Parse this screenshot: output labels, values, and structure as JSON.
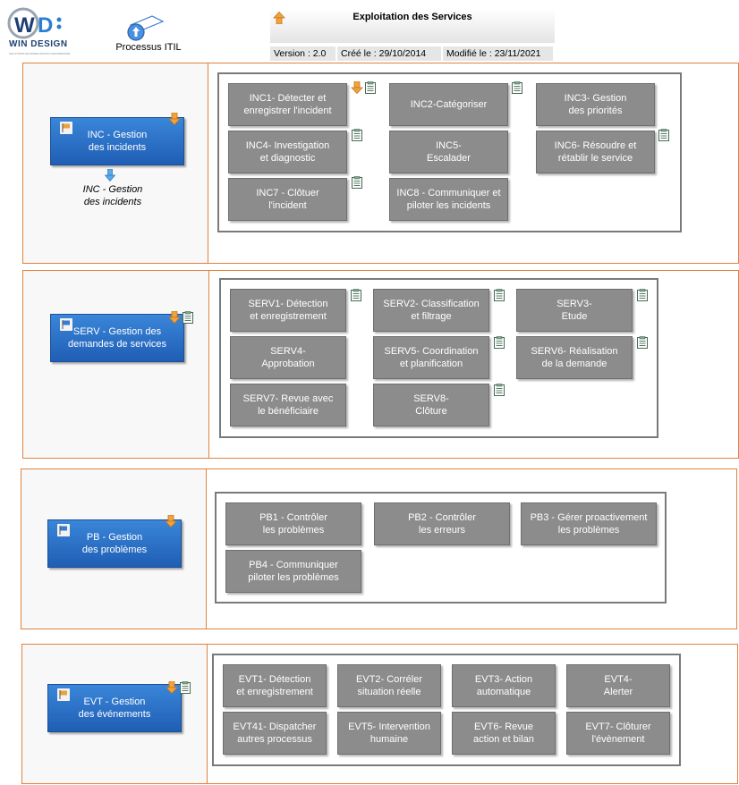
{
  "header": {
    "brand": "WIN DESIGN",
    "tagline": "SOLUTIONS DE MODELISATION D'ENTREPRISE",
    "process_label": "Processus ITIL",
    "title": "Exploitation des Services",
    "version": "Version : 2.0",
    "created": "Créé le : 29/10/2014",
    "modified": "Modifié le : 23/11/2021"
  },
  "colors": {
    "row_border": "#e1823c",
    "process_blue": "#2a70c8",
    "task_gray": "#8c8c8c",
    "arrow_orange": "#f0a33c",
    "doc_green": "#5a8a6a"
  },
  "icons": {
    "up": "orange-up-arrow-icon",
    "down": "orange-down-arrow-icon",
    "doc": "document-icon",
    "flag": "flag-icon",
    "sub": "blue-down-arrow-icon"
  },
  "rows": {
    "inc": {
      "label": "INC - Gestion\ndes incidents",
      "sublabel": "INC - Gestion\ndes incidents",
      "tasks": [
        "INC1- Détecter et\nenregistrer l'incident",
        "INC2-Catégoriser",
        "INC3- Gestion\ndes priorités",
        "INC4- Investigation\net diagnostic",
        "INC5-\nEscalader",
        "INC6- Résoudre et\nrétablir le service",
        "INC7 - Clôtuer\nl'incident",
        "INC8 - Communiquer et\npiloter les incidents"
      ]
    },
    "serv": {
      "label": "SERV - Gestion des\ndemandes de services",
      "tasks": [
        "SERV1- Détection\net enregistrement",
        "SERV2- Classification\net filtrage",
        "SERV3-\nEtude",
        "SERV4-\nApprobation",
        "SERV5- Coordination\net planification",
        "SERV6- Réalisation\nde la demande",
        "SERV7- Revue avec\nle bénéficiaire",
        "SERV8-\nClôture"
      ]
    },
    "pb": {
      "label": "PB - Gestion\ndes problèmes",
      "tasks": [
        "PB1 - Contrôler\nles problèmes",
        "PB2 - Contrôler\nles erreurs",
        "PB3 - Gérer proactivement\nles problèmes",
        "PB4 - Communiquer\npiloter les problèmes"
      ]
    },
    "evt": {
      "label": "EVT - Gestion\ndes événements",
      "tasks": [
        "EVT1- Détection\net enregistrement",
        "EVT2- Corréler\nsituation réelle",
        "EVT3- Action\nautomatique",
        "EVT4-\nAlerter",
        "EVT41- Dispatcher\nautres processus",
        "EVT5- Intervention\nhumaine",
        "EVT6- Revue\naction et bilan",
        "EVT7- Clôturer\nl'évènement"
      ]
    }
  }
}
